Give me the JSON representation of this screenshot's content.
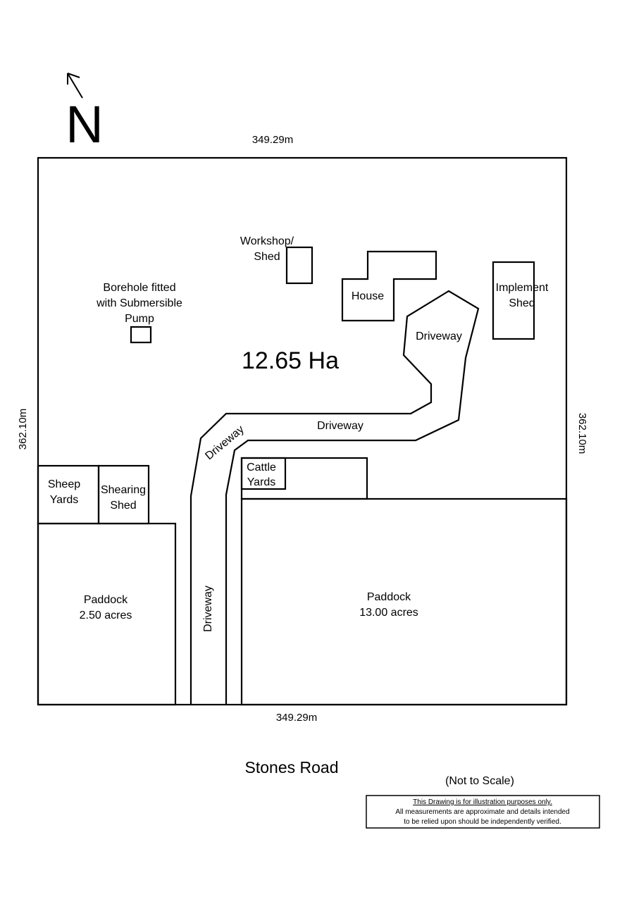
{
  "north": {
    "letter": "N"
  },
  "dimensions": {
    "top": "349.29m",
    "bottom": "349.29m",
    "left": "362.10m",
    "right": "362.10m"
  },
  "area": "12.65 Ha",
  "labels": {
    "workshop_line1": "Workshop/",
    "workshop_line2": "Shed",
    "house": "House",
    "implement_line1": "Implement",
    "implement_line2": "Shed",
    "borehole_line1": "Borehole fitted",
    "borehole_line2": "with Submersible",
    "borehole_line3": "Pump",
    "driveway_upper": "Driveway",
    "driveway_middle": "Driveway",
    "driveway_diagonal": "Driveway",
    "driveway_vertical": "Driveway",
    "cattle_line1": "Cattle",
    "cattle_line2": "Yards",
    "sheep_line1": "Sheep",
    "sheep_line2": "Yards",
    "shearing_line1": "Shearing",
    "shearing_line2": "Shed",
    "paddock_small_line1": "Paddock",
    "paddock_small_line2": "2.50 acres",
    "paddock_large_line1": "Paddock",
    "paddock_large_line2": "13.00 acres"
  },
  "road": "Stones Road",
  "scale_note": "(Not to Scale)",
  "disclaimer": {
    "line1": "This Drawing is for illustration purposes only.",
    "line2": "All measurements are approximate and details intended",
    "line3": "to be relied upon should be independently verified."
  }
}
